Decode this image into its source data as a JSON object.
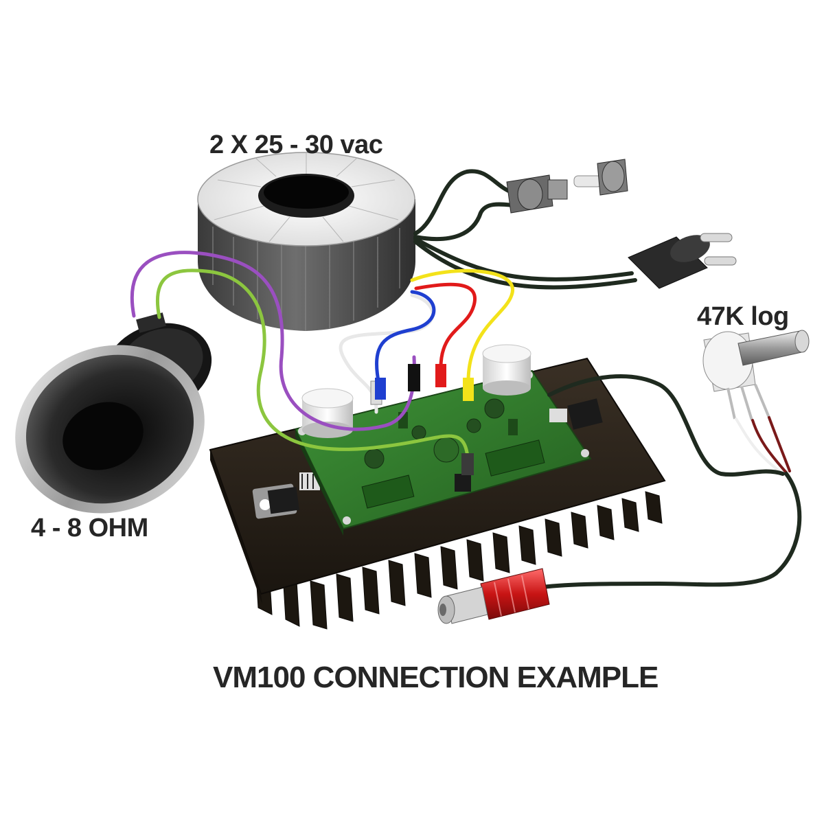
{
  "labels": {
    "transformer": "2 X 25 - 30 vac",
    "potentiometer": "47K log",
    "speaker": "4 - 8 OHM",
    "title": "VM100 CONNECTION EXAMPLE"
  },
  "colors": {
    "heatsink": "#2b241c",
    "pcb": "#2f7d2a",
    "transformer": "#5a5a5a",
    "wire_purple": "#9a4fc0",
    "wire_green": "#8cc63f",
    "wire_white": "#e8e8e8",
    "wire_blue": "#1f3fd0",
    "wire_red": "#e11a1a",
    "wire_yellow": "#f3e21a",
    "cable_dark": "#1f2a1f"
  }
}
